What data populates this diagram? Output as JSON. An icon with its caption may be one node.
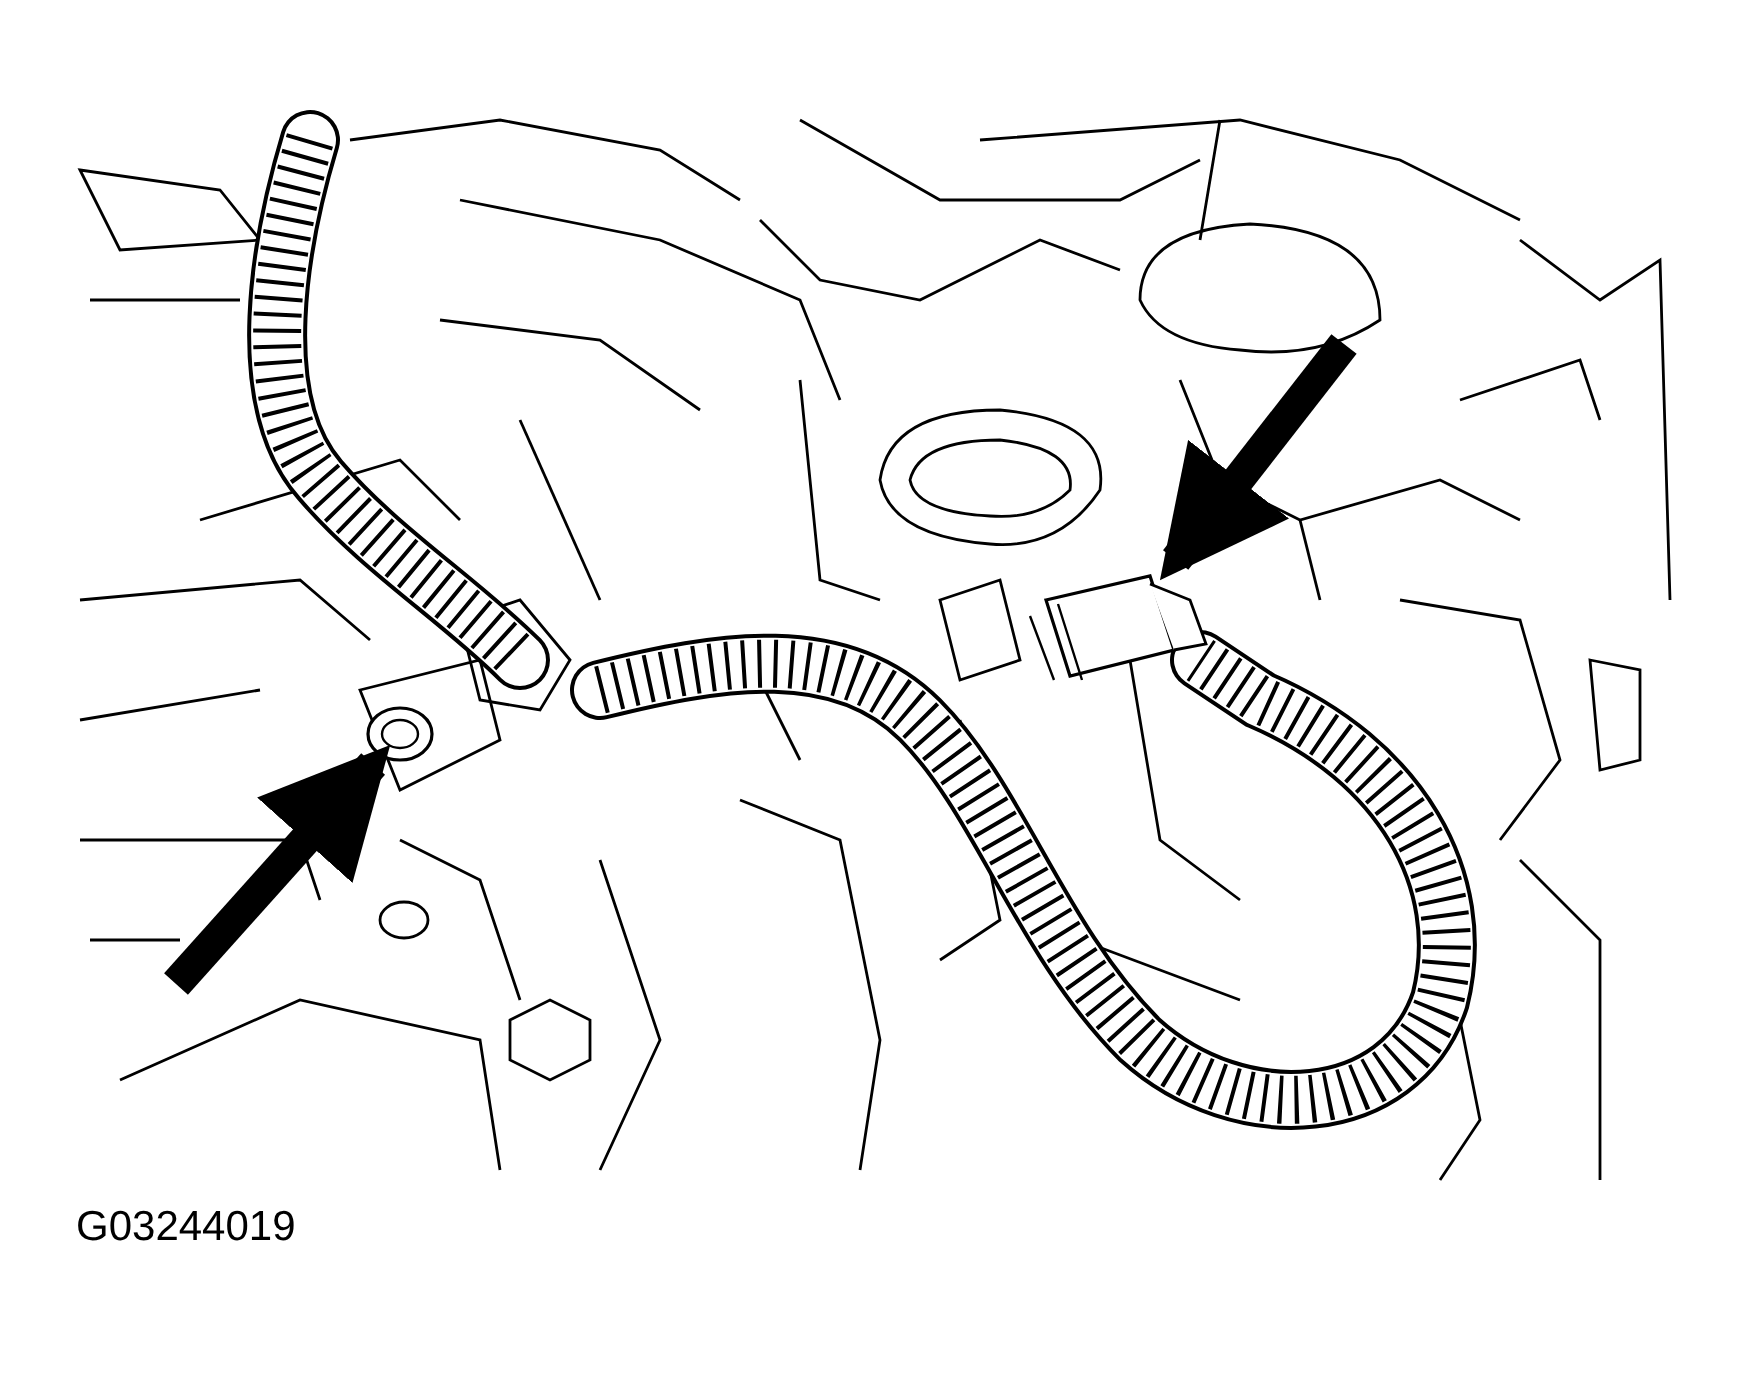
{
  "diagram": {
    "nodes": [
      {
        "text": [],
        "shape": "picture"
      },
      {
        "text": [],
        "shape": "picture"
      }
    ],
    "edges": [
      {
        "from": null,
        "to": 0,
        "arrow": "to"
      },
      {
        "from": null,
        "to": 1,
        "arrow": "to"
      }
    ],
    "labels": [
      "G03244019"
    ]
  }
}
